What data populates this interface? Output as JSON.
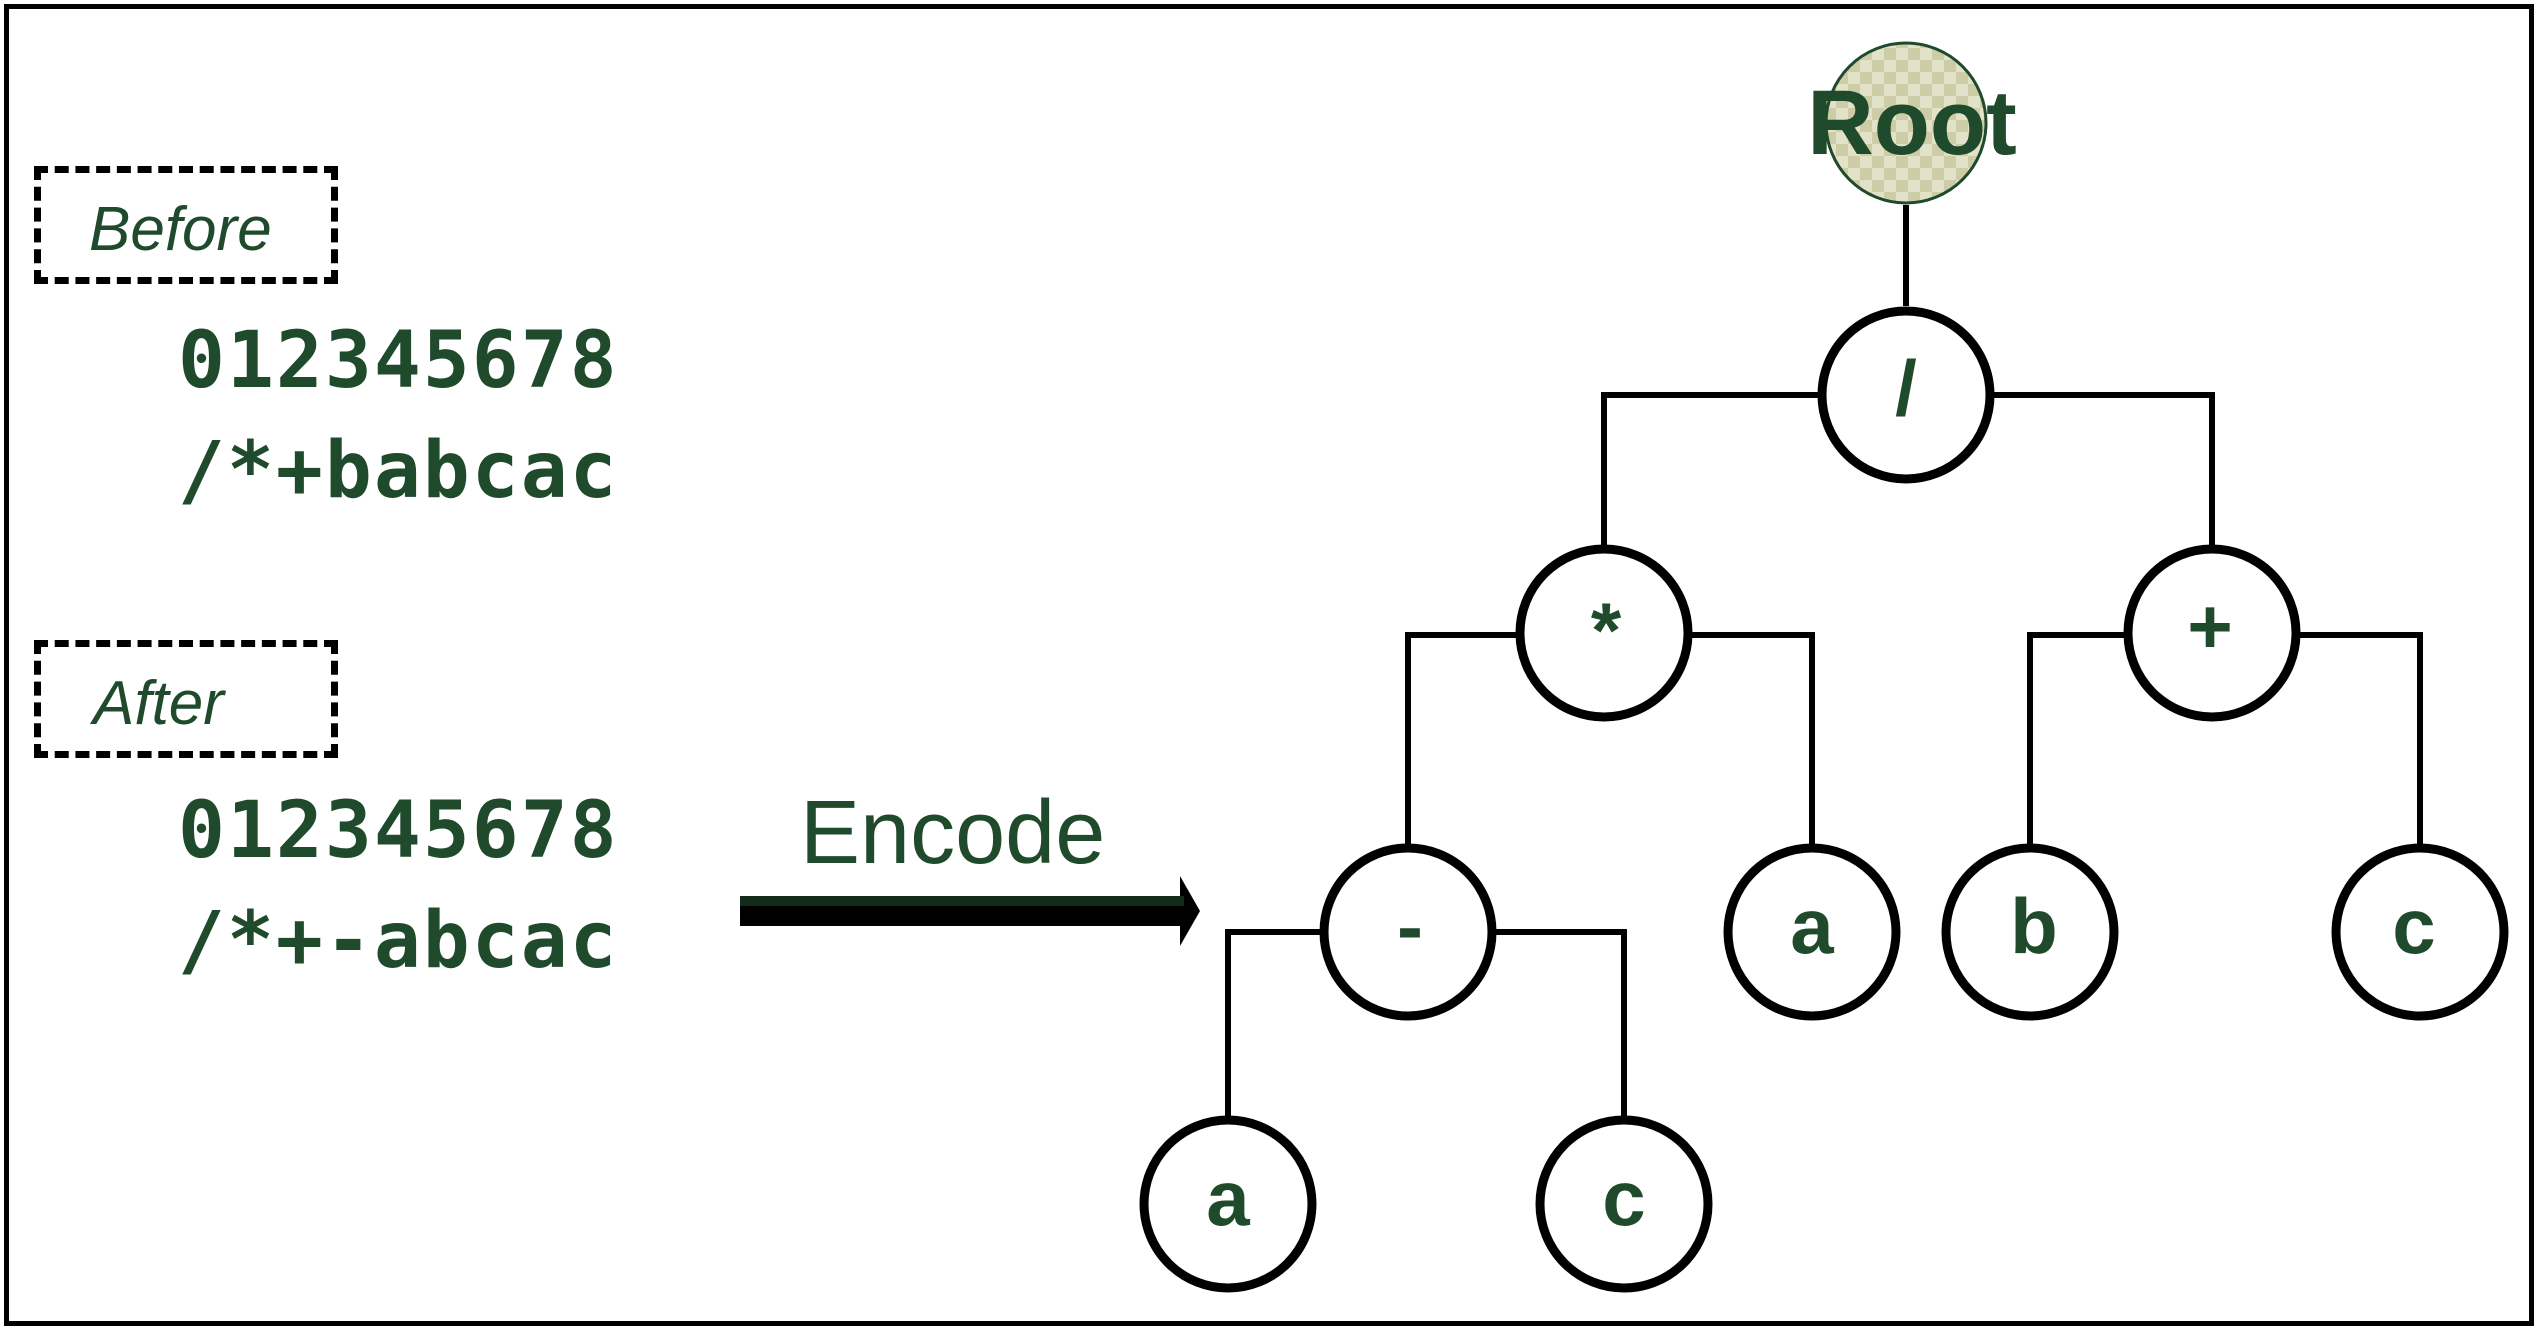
{
  "before": {
    "label": "Before",
    "indices": "012345678",
    "sequence": "/*+babcac"
  },
  "after": {
    "label": "After",
    "indices": "012345678",
    "sequence": "/*+-abcac"
  },
  "encode_label": "Encode",
  "tree": {
    "root_label": "Root",
    "nodes": {
      "div": "/",
      "mul": "*",
      "plus": "+",
      "minus": "-",
      "a_mid": "a",
      "b_mid": "b",
      "c_mid": "c",
      "a_low": "a",
      "c_low": "c"
    }
  },
  "colors": {
    "text": "#1f4a2b",
    "root_fill": "#cccca6",
    "stroke": "#000000"
  }
}
